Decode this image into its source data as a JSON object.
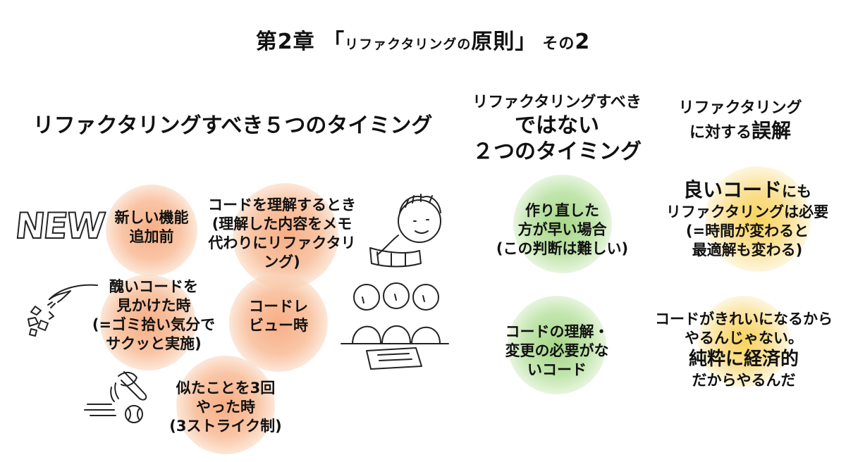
{
  "title": {
    "prefix": "第2章 「",
    "small": "リファクタリングの",
    "main": "原則",
    "close": "」",
    "tail_small": "その",
    "tail_num": "2"
  },
  "columns": {
    "left": {
      "heading": "リファクタリングすべき５つのタイミング"
    },
    "middle": {
      "heading_line1": "リファクタリングすべき",
      "heading_line2": "ではない",
      "heading_line3": "２つのタイミング"
    },
    "right": {
      "heading_line1": "リファクタリング",
      "heading_line2a": "に対する",
      "heading_line2b": "誤解"
    }
  },
  "timings": [
    {
      "lines": [
        "新しい機能",
        "追加前"
      ]
    },
    {
      "lines": [
        "コードを理解するとき",
        "(理解した内容をメモ",
        "代わりにリファクタリ",
        "ング)"
      ]
    },
    {
      "lines": [
        "醜いコードを",
        "見かけた時",
        "(=ゴミ拾い気分で",
        "サクッと実施)"
      ]
    },
    {
      "lines": [
        "コードレ",
        "ビュー時"
      ]
    },
    {
      "lines": [
        "似たことを3回",
        "やった時",
        "(3ストライク制)"
      ]
    }
  ],
  "not_timings": [
    {
      "lines": [
        "作り直した",
        "方が早い場合",
        "(この判断は難しい)"
      ]
    },
    {
      "lines": [
        "コードの理解・",
        "変更の必要がな",
        "いコード"
      ]
    }
  ],
  "misconceptions": [
    {
      "big": "良いコード",
      "small": "にも",
      "lines": [
        "リファクタリングは必要",
        "(=時間が変わると",
        "最適解も変わる)"
      ]
    },
    {
      "lines_top": [
        "コードがきれいになるから",
        "やるんじゃない。"
      ],
      "big": "純粋に経済的",
      "bottom": "だからやるんだ"
    }
  ],
  "illustration_text": {
    "new": "NEW"
  },
  "colors": {
    "orange": "#f7ae86",
    "green": "#a6d788",
    "yellow": "#f8d35c"
  },
  "icons": [
    "new-icon",
    "hand-trash-icon",
    "thinking-person-icon",
    "meeting-icon",
    "baseball-icon"
  ]
}
